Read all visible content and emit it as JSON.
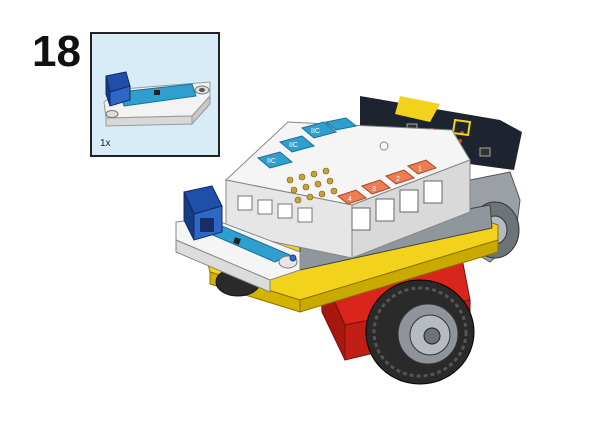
{
  "step": {
    "number": "18"
  },
  "parts_list": {
    "quantity": "1x",
    "part": "ultrasonic-sensor-module-icon"
  },
  "board_labels": {
    "port_iic": "IIC",
    "ports": [
      "1",
      "2",
      "3",
      "4"
    ]
  },
  "colors": {
    "background": "#ffffff",
    "callout_bg": "#d8ecf8",
    "module_blue": "#2f9fd0",
    "module_white": "#f5f5f5",
    "frame_yellow": "#f2d21b",
    "brick_red": "#d9251c",
    "tire": "#2a2a2a",
    "microbit": "#1e2330",
    "port_orange": "#f07d52"
  }
}
